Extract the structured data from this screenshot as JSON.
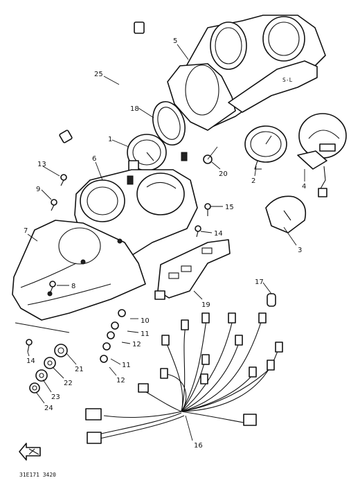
{
  "callouts": [
    {
      "id": "c1",
      "text": "1"
    },
    {
      "id": "c2",
      "text": "2"
    },
    {
      "id": "c3",
      "text": "3"
    },
    {
      "id": "c4",
      "text": "4"
    },
    {
      "id": "c5",
      "text": "5"
    },
    {
      "id": "c6",
      "text": "6"
    },
    {
      "id": "c7",
      "text": "7"
    },
    {
      "id": "c8",
      "text": "8"
    },
    {
      "id": "c9",
      "text": "9"
    },
    {
      "id": "c10",
      "text": "10"
    },
    {
      "id": "c11a",
      "text": "11"
    },
    {
      "id": "c11b",
      "text": "11"
    },
    {
      "id": "c12a",
      "text": "12"
    },
    {
      "id": "c12b",
      "text": "12"
    },
    {
      "id": "c13",
      "text": "13"
    },
    {
      "id": "c14a",
      "text": "14"
    },
    {
      "id": "c14b",
      "text": "14"
    },
    {
      "id": "c15",
      "text": "15"
    },
    {
      "id": "c16",
      "text": "16"
    },
    {
      "id": "c17",
      "text": "17"
    },
    {
      "id": "c18",
      "text": "18"
    },
    {
      "id": "c19",
      "text": "19"
    },
    {
      "id": "c20",
      "text": "20"
    },
    {
      "id": "c21",
      "text": "21"
    },
    {
      "id": "c22",
      "text": "22"
    },
    {
      "id": "c23",
      "text": "23"
    },
    {
      "id": "c24",
      "text": "24"
    },
    {
      "id": "c25",
      "text": "25"
    }
  ],
  "drawing_code": "31E171 3420"
}
